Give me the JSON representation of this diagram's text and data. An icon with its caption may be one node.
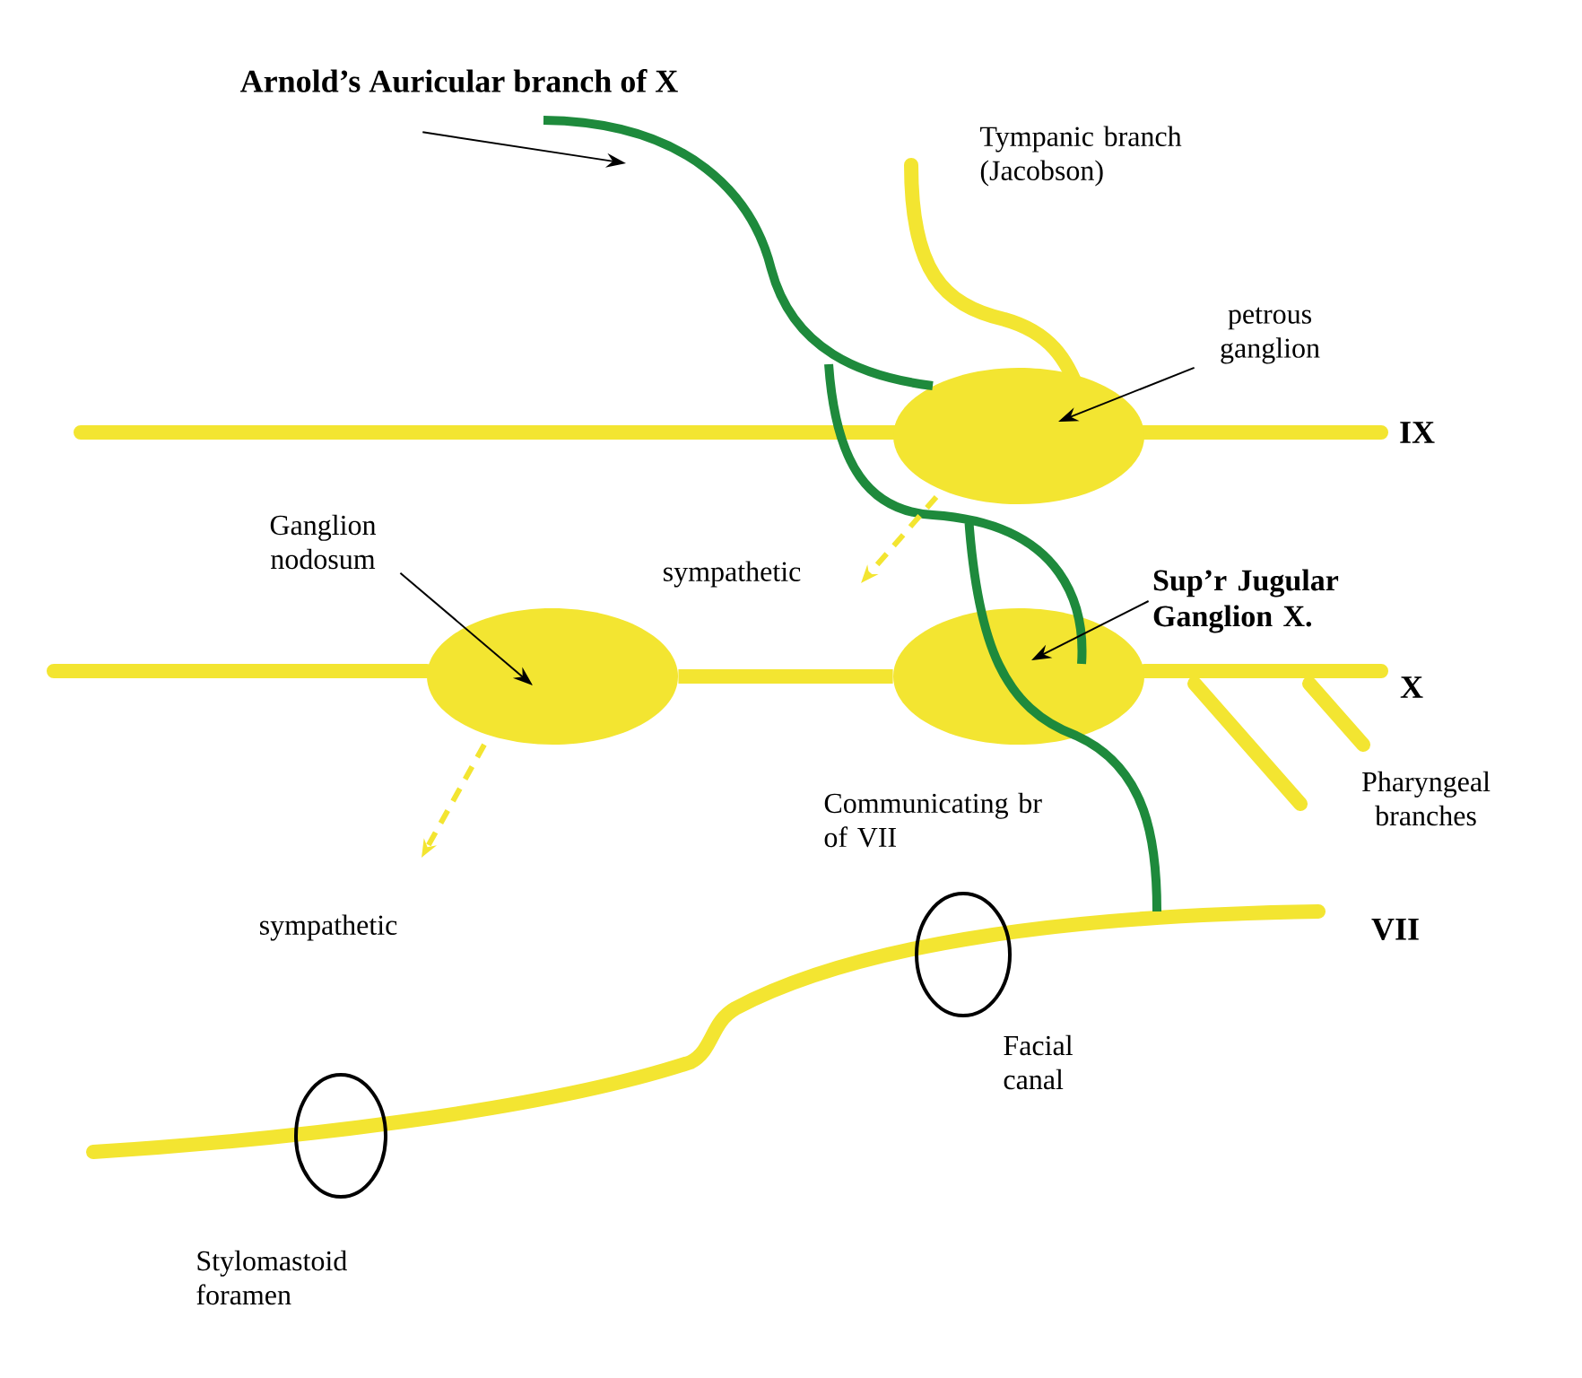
{
  "diagram": {
    "nodes": [
      {
        "text": [
          "Arnold’s Auricular branch of X"
        ]
      },
      {
        "text": [],
        "shape": "ellipse"
      },
      {
        "text": [
          "petrous ganglion"
        ]
      },
      {
        "text": [
          "Sup’r Jugular Ganglion X."
        ]
      },
      {
        "text": [],
        "shape": "ellipse"
      },
      {
        "text": [
          "Ganglion nodosum"
        ]
      },
      {
        "text": [],
        "shape": "ellipse"
      }
    ],
    "edges": [
      {
        "from": 0,
        "to": null,
        "arrow": "to"
      },
      {
        "from": 2,
        "to": 1,
        "arrow": "to"
      },
      {
        "from": 3,
        "to": 4,
        "arrow": "to"
      },
      {
        "from": 5,
        "to": 6,
        "arrow": "to"
      },
      {
        "from": 1,
        "to": null,
        "arrow": "to",
        "style": "dashed",
        "color": "#f3e531",
        "label": "sympathetic"
      },
      {
        "from": 6,
        "to": null,
        "arrow": "to",
        "style": "dashed",
        "color": "#f3e531",
        "label": "sympathetic"
      },
      {
        "from": 6,
        "to": 4,
        "arrow": "none",
        "style": "thick",
        "color": "#f3e531"
      }
    ],
    "labels": [
      "Tympanic branch (Jacobson)",
      "IX",
      "X",
      "Communicating br of VII",
      "Pharyngeal branches",
      "VII",
      "Facial canal",
      "Stylomastoid foramen"
    ]
  }
}
